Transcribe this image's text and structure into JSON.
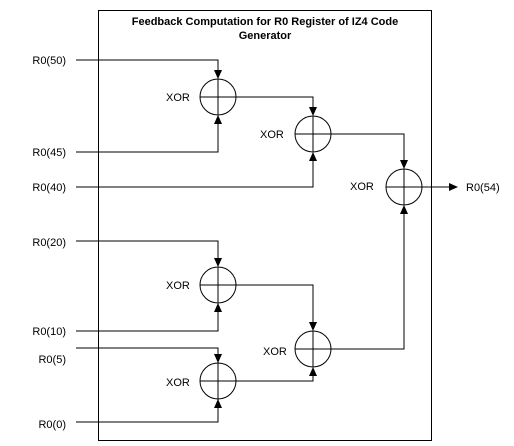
{
  "diagram": {
    "title_line1": "Feedback Computation for R0 Register of IZ4 Code",
    "title_line2": "Generator",
    "inputs": [
      "R0(50)",
      "R0(45)",
      "R0(40)",
      "R0(20)",
      "R0(10)",
      "R0(5)",
      "R0(0)"
    ],
    "output": "R0(54)",
    "gate_label": "XOR",
    "colors": {
      "line": "#000000",
      "background": "#ffffff"
    }
  }
}
